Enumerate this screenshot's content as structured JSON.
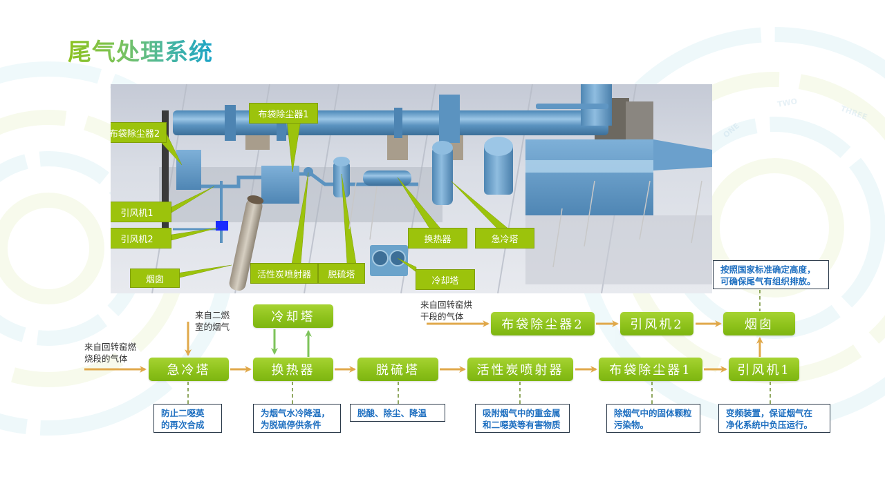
{
  "page": {
    "title": "尾气处理系统"
  },
  "background": {
    "ring_labels": [
      "ONE",
      "TWO",
      "THREE"
    ]
  },
  "scene": {
    "callouts": {
      "bag_filter_2": "布袋除尘器2",
      "bag_filter_1": "布袋除尘器1",
      "fan_1": "引风机1",
      "fan_2": "引风机2",
      "chimney": "烟囱",
      "carbon_injector": "活性炭喷射器",
      "desulfurizer": "脱硫塔",
      "heat_exchanger": "换热器",
      "quench_tower": "急冷塔",
      "cooling_tower": "冷却塔"
    }
  },
  "flow": {
    "sources": {
      "kiln_burn": "来自回转窑燃\n烧段的气体",
      "secondary_chamber": "来自二燃\n室的烟气",
      "kiln_dry": "来自回转窑烘\n干段的气体"
    },
    "nodes": {
      "quench_tower": "急冷塔",
      "heat_exchanger": "换热器",
      "cooling_tower": "冷却塔",
      "desulfurizer": "脱硫塔",
      "carbon_injector": "活性炭喷射器",
      "bag_filter_1": "布袋除尘器1",
      "fan_1": "引风机1",
      "bag_filter_2": "布袋除尘器2",
      "fan_2": "引风机2",
      "chimney": "烟囱"
    },
    "notes": {
      "quench_tower": "防止二噁英\n的再次合成",
      "heat_exchanger": "为烟气水冷降温，\n为脱硫停供条件",
      "desulfurizer": "脱酸、除尘、降温",
      "carbon_injector": "吸附烟气中的重金属\n和二噁英等有害物质",
      "bag_filter_1": "除烟气中的固体颗粒\n污染物。",
      "fan_1": "变频装置，保证烟气在\n净化系统中负压运行。",
      "chimney": "按照国家标准确定高度，\n可确保尾气有组织排放。"
    }
  },
  "colors": {
    "node_green": "#8cc11a",
    "callout_green": "#9cc30c",
    "arrow_orange": "#e0a84a",
    "arrow_green": "#7dc35a",
    "note_text_blue": "#1e6fc0",
    "dashed_line": "#6a8a2a",
    "equipment_blue": "#5b93c0"
  }
}
